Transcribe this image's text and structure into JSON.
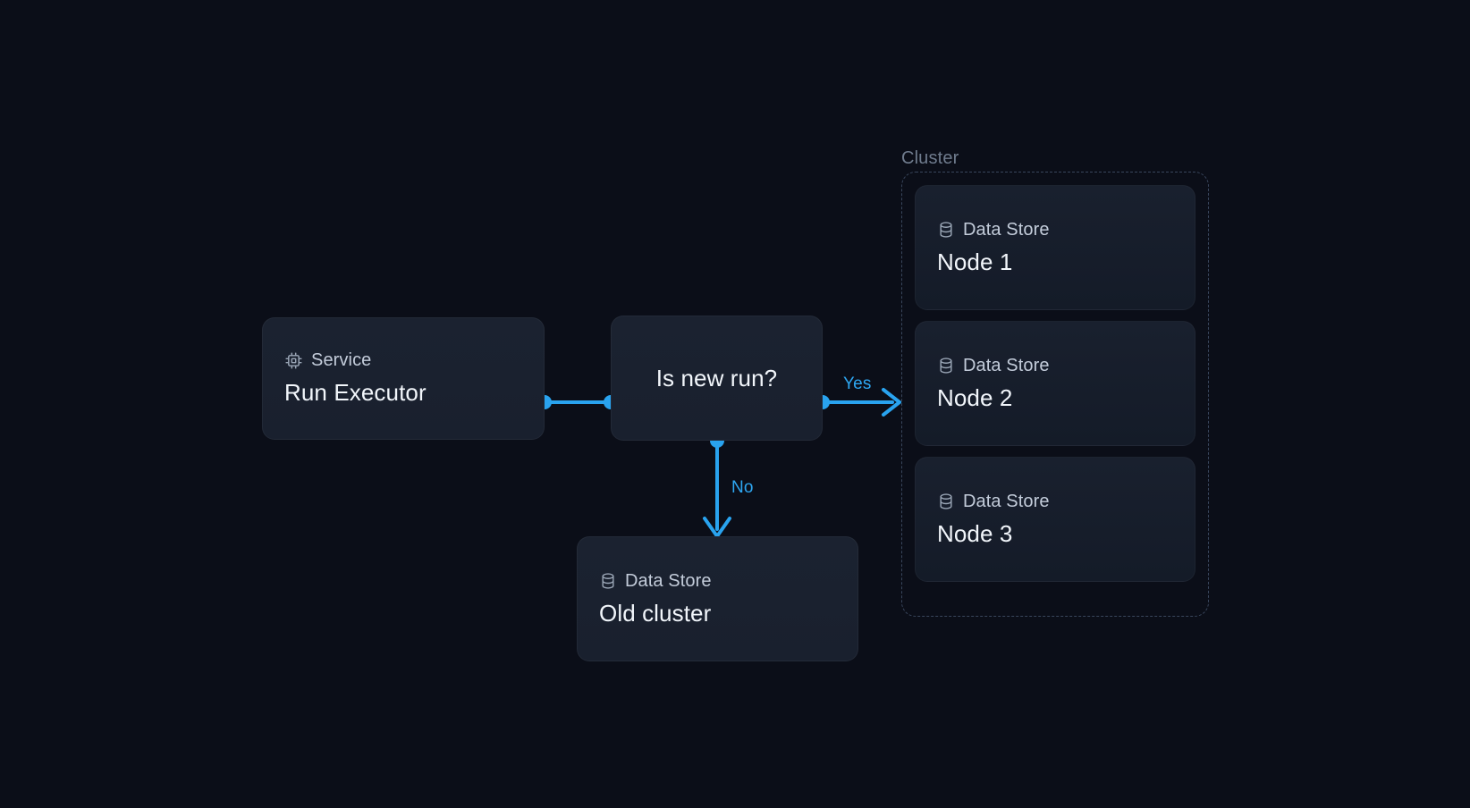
{
  "canvas": {
    "background": "#0b0e18",
    "accent": "#29a3ef",
    "card_bg": "#1b2230",
    "cluster_card_bg": "#19202e",
    "dashed_border": "#39465c",
    "muted_text": "#6f7b8d"
  },
  "nodes": {
    "service": {
      "kind": "Service",
      "title": "Run Executor",
      "icon": "cpu-icon"
    },
    "decision": {
      "label": "Is new run?"
    },
    "old_cluster": {
      "kind": "Data Store",
      "title": "Old cluster",
      "icon": "database-icon"
    }
  },
  "cluster": {
    "label": "Cluster",
    "nodes": [
      {
        "kind": "Data Store",
        "title": "Node 1",
        "icon": "database-icon"
      },
      {
        "kind": "Data Store",
        "title": "Node 2",
        "icon": "database-icon"
      },
      {
        "kind": "Data Store",
        "title": "Node 3",
        "icon": "database-icon"
      }
    ]
  },
  "edges": {
    "service_to_decision": {
      "label": ""
    },
    "decision_yes": {
      "label": "Yes"
    },
    "decision_no": {
      "label": "No"
    }
  }
}
